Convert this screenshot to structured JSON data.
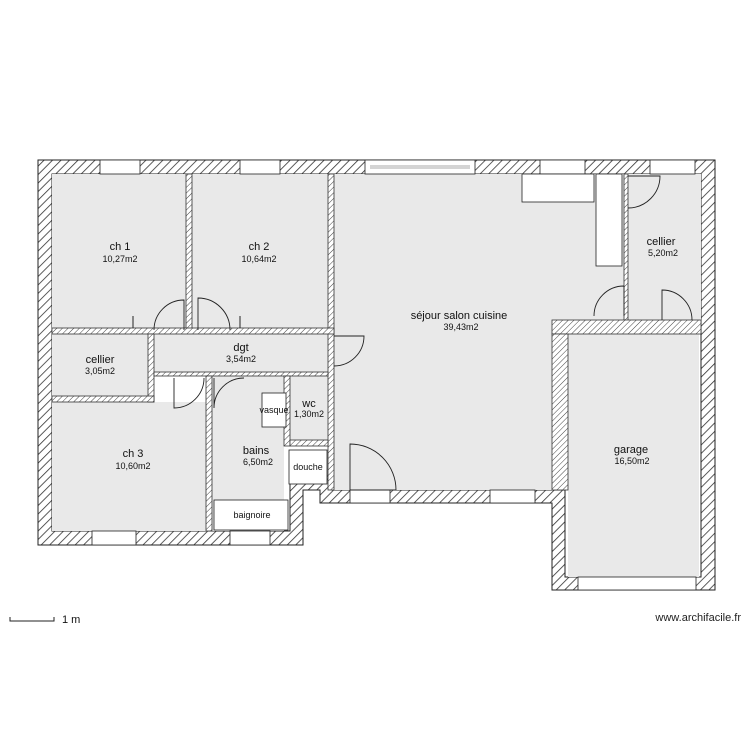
{
  "rooms": {
    "ch1": {
      "name": "ch 1",
      "area": "10,27m2"
    },
    "ch2": {
      "name": "ch 2",
      "area": "10,64m2"
    },
    "cellier_left": {
      "name": "cellier",
      "area": "3,05m2"
    },
    "dgt": {
      "name": "dgt",
      "area": "3,54m2"
    },
    "ch3": {
      "name": "ch 3",
      "area": "10,60m2"
    },
    "bains": {
      "name": "bains",
      "area": "6,50m2"
    },
    "wc": {
      "name": "wc",
      "area": "1,30m2"
    },
    "sejour": {
      "name": "séjour salon cuisine",
      "area": "39,43m2"
    },
    "cellier_right": {
      "name": "cellier",
      "area": "5,20m2"
    },
    "garage": {
      "name": "garage",
      "area": "16,50m2"
    }
  },
  "fixtures": {
    "vasque": "vasque",
    "douche": "douche",
    "baignoire": "baignoire"
  },
  "scale": {
    "label": "1 m"
  },
  "credit": "www.archifacile.fr"
}
